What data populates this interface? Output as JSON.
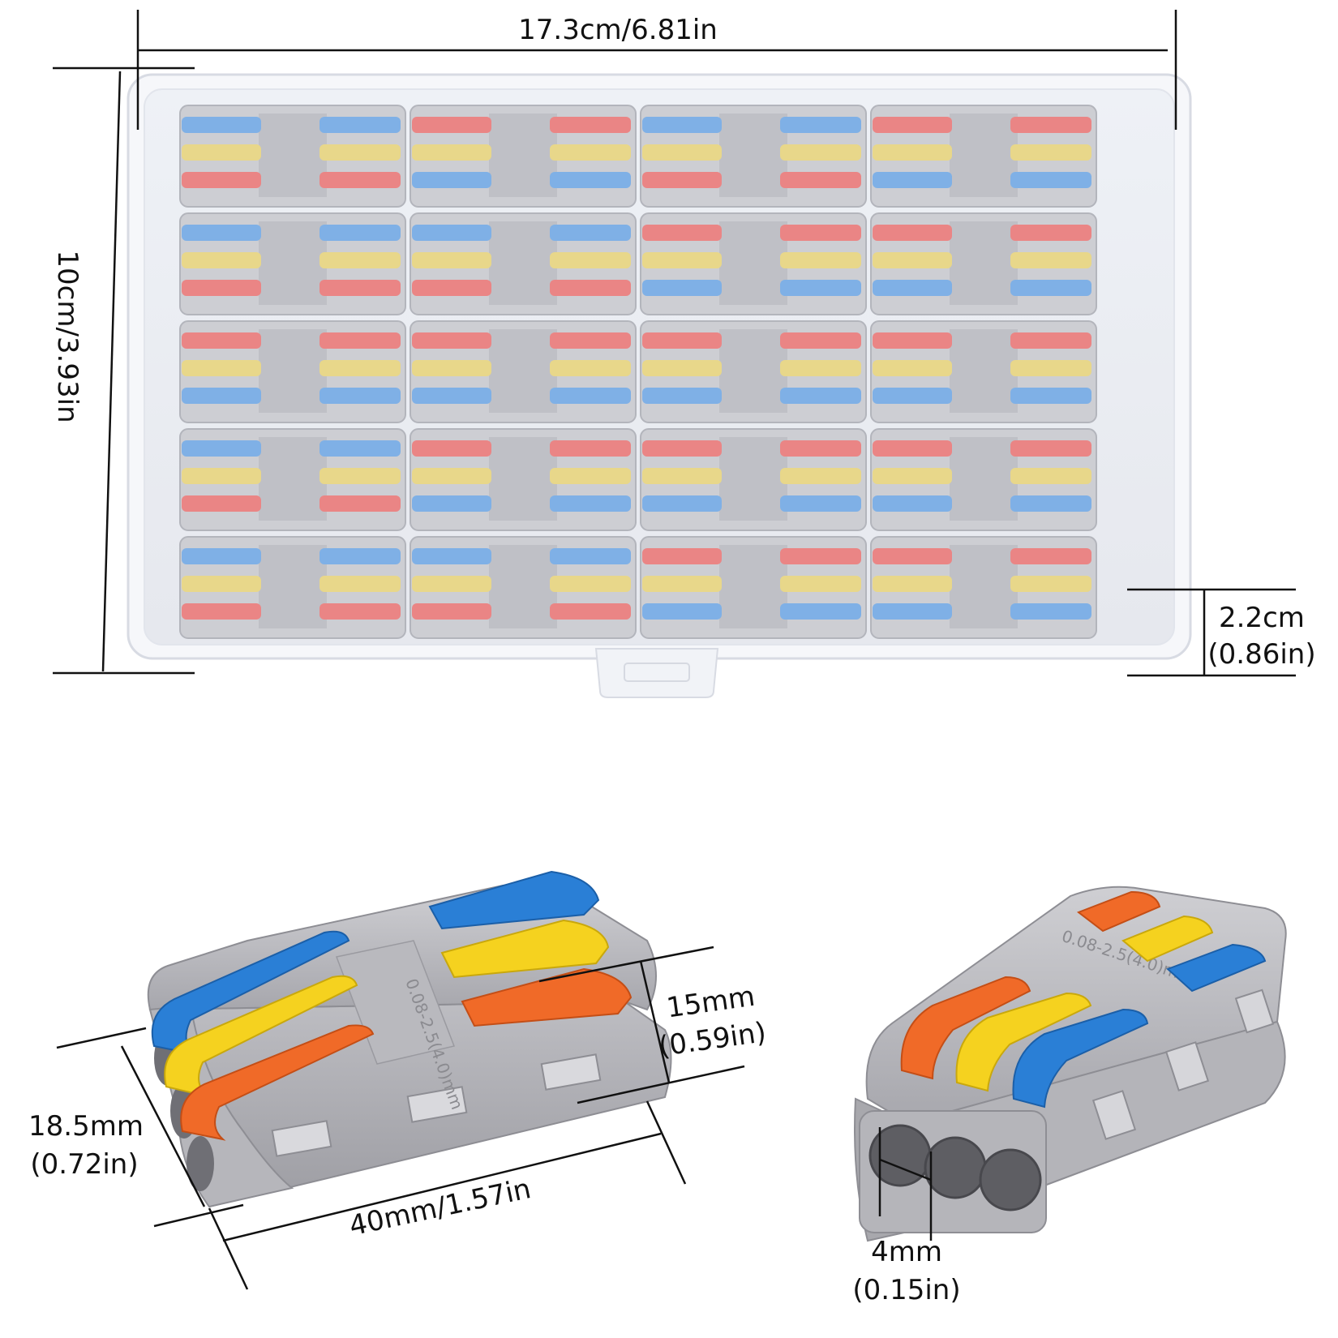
{
  "labels": {
    "box_width": "17.3cm/6.81in",
    "box_height": "10cm/3.93in",
    "box_depth_cm": "2.2cm",
    "box_depth_in": "(0.86in)",
    "connector_width_mm": "15mm",
    "connector_width_in": "(0.59in)",
    "connector_height_mm": "18.5mm",
    "connector_height_in": "(0.72in)",
    "connector_length": "40mm/1.57in",
    "hole_diameter_mm": "4mm",
    "hole_diameter_in": "(0.15in)"
  },
  "connector_embossing": "0.08-2.5(4.0)mm",
  "box": {
    "rows": 5,
    "columns": 4,
    "lever_order_by_row": [
      [
        [
          "blue",
          "yellow",
          "red"
        ],
        [
          "red",
          "yellow",
          "blue"
        ],
        [
          "blue",
          "yellow",
          "red"
        ],
        [
          "red",
          "yellow",
          "blue"
        ]
      ],
      [
        [
          "blue",
          "yellow",
          "red"
        ],
        [
          "blue",
          "yellow",
          "red"
        ],
        [
          "red",
          "yellow",
          "blue"
        ],
        [
          "red",
          "yellow",
          "blue"
        ]
      ],
      [
        [
          "red",
          "yellow",
          "blue"
        ],
        [
          "red",
          "yellow",
          "blue"
        ],
        [
          "red",
          "yellow",
          "blue"
        ],
        [
          "red",
          "yellow",
          "blue"
        ]
      ],
      [
        [
          "blue",
          "yellow",
          "red"
        ],
        [
          "red",
          "yellow",
          "blue"
        ],
        [
          "red",
          "yellow",
          "blue"
        ],
        [
          "red",
          "yellow",
          "blue"
        ]
      ],
      [
        [
          "blue",
          "yellow",
          "red"
        ],
        [
          "blue",
          "yellow",
          "red"
        ],
        [
          "red",
          "yellow",
          "blue"
        ],
        [
          "red",
          "yellow",
          "blue"
        ]
      ]
    ]
  },
  "colors": {
    "blue": "#7fb0e6",
    "yellow": "#e8d78a",
    "red": "#ea8585",
    "housing": "#c4c4c8",
    "housing_dark": "#a9a9ae",
    "lever_blue": "#2a7fd6",
    "lever_yellow": "#f5d21f",
    "lever_orange": "#f06a28"
  },
  "icons": [
    "connector-angled-icon",
    "connector-front-icon",
    "storage-box-icon"
  ]
}
